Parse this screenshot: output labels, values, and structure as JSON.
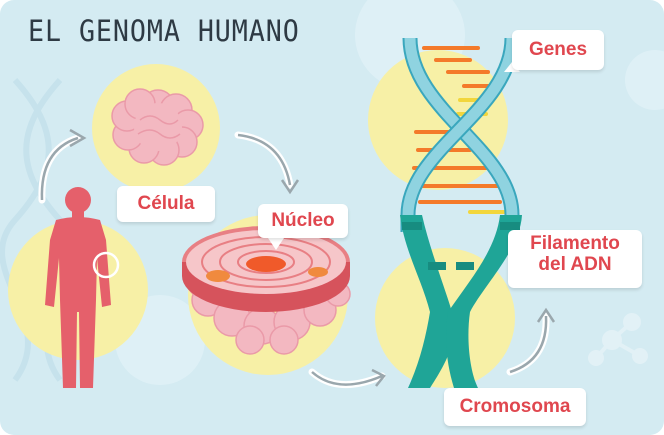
{
  "title": "EL GENOMA HUMANO",
  "labels": {
    "celula": "Célula",
    "nucleo": "Núcleo",
    "genes": "Genes",
    "filamento_line1": "Filamento",
    "filamento_line2": "del ADN",
    "cromosoma": "Cromosoma"
  },
  "colors": {
    "background": "#d4ebf2",
    "highlight_circle": "#f7f0a6",
    "body": "#e5606b",
    "cell": "#f3b8c1",
    "nucleus": "#e87f84",
    "dna_strand": "#8fd3e0",
    "chromosome": "#1fa597",
    "gene_orange": "#f47a2a",
    "label_text": "#e0474f"
  }
}
